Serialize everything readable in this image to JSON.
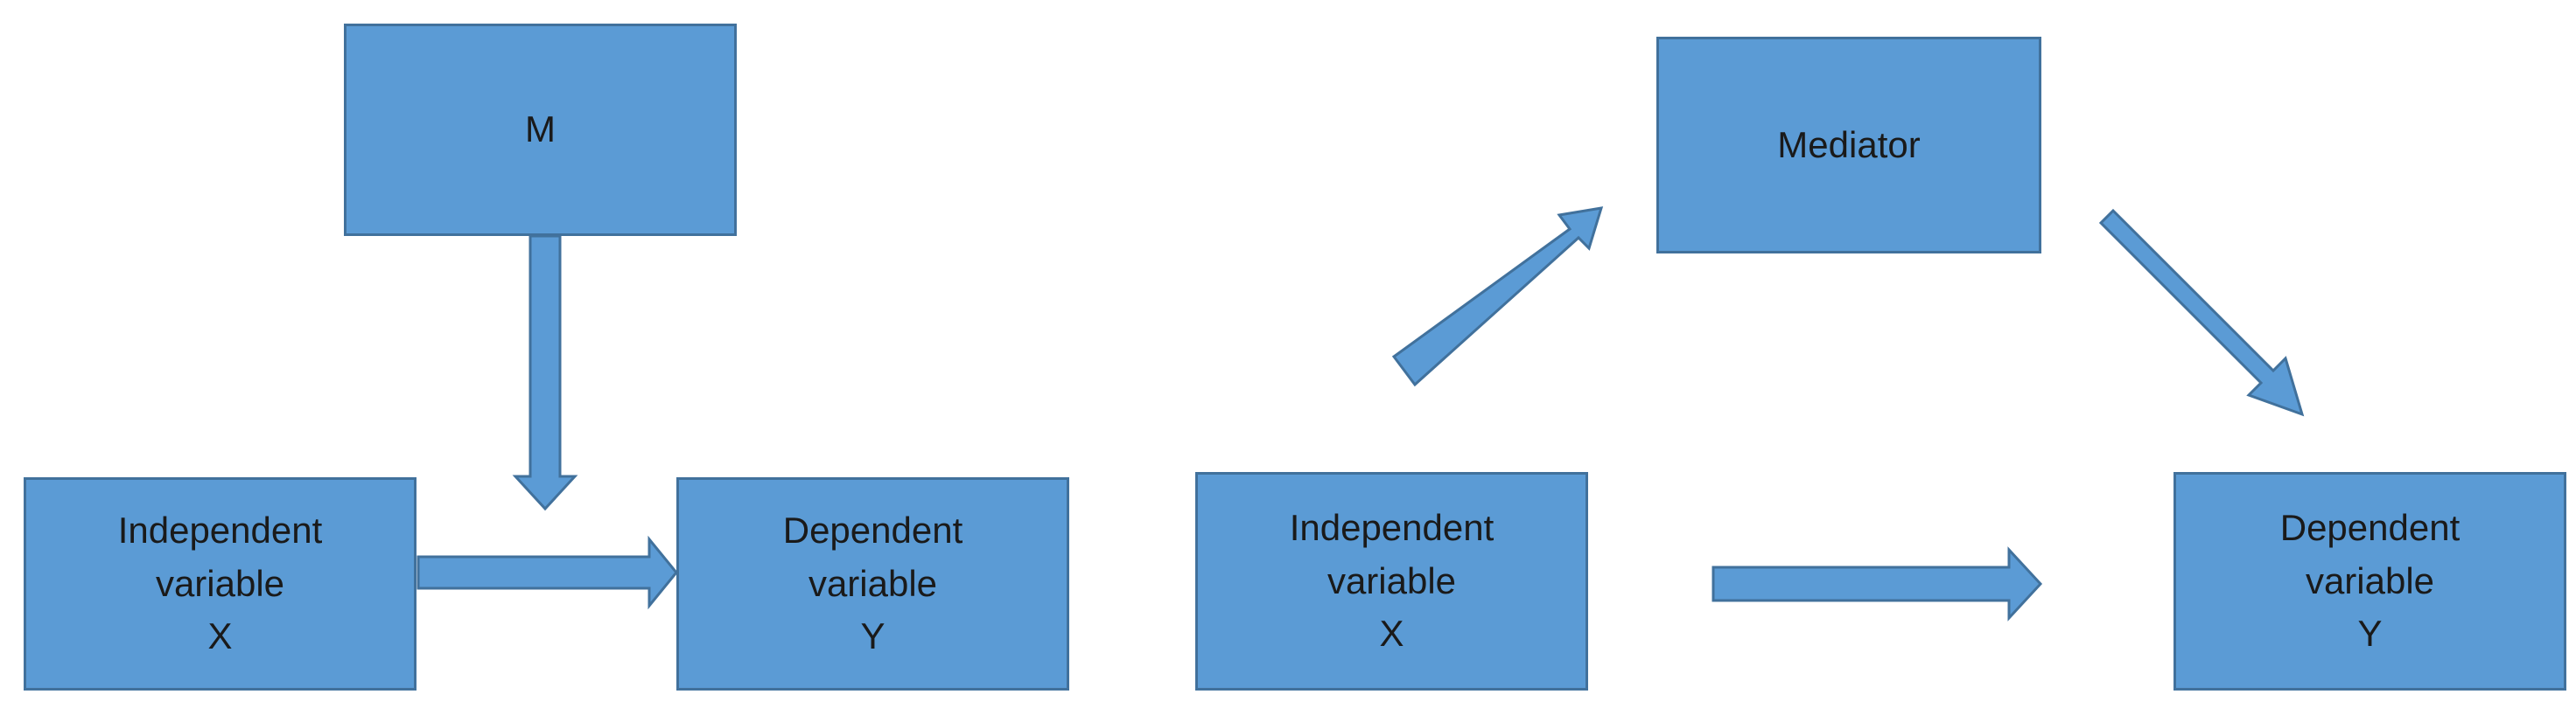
{
  "moderation_model": {
    "moderator": {
      "label": "M"
    },
    "independent": {
      "line1": "Independent",
      "line2": "variable",
      "line3": "X"
    },
    "dependent": {
      "line1": "Dependent",
      "line2": "variable",
      "line3": "Y"
    }
  },
  "mediation_model": {
    "mediator": {
      "label": "Mediator"
    },
    "independent": {
      "line1": "Independent",
      "line2": "variable",
      "line3": "X"
    },
    "dependent": {
      "line1": "Dependent",
      "line2": "variable",
      "line3": "Y"
    }
  },
  "colors": {
    "box_fill": "#5b9bd5",
    "box_border": "#41719c",
    "text": "#1a1a1a"
  }
}
